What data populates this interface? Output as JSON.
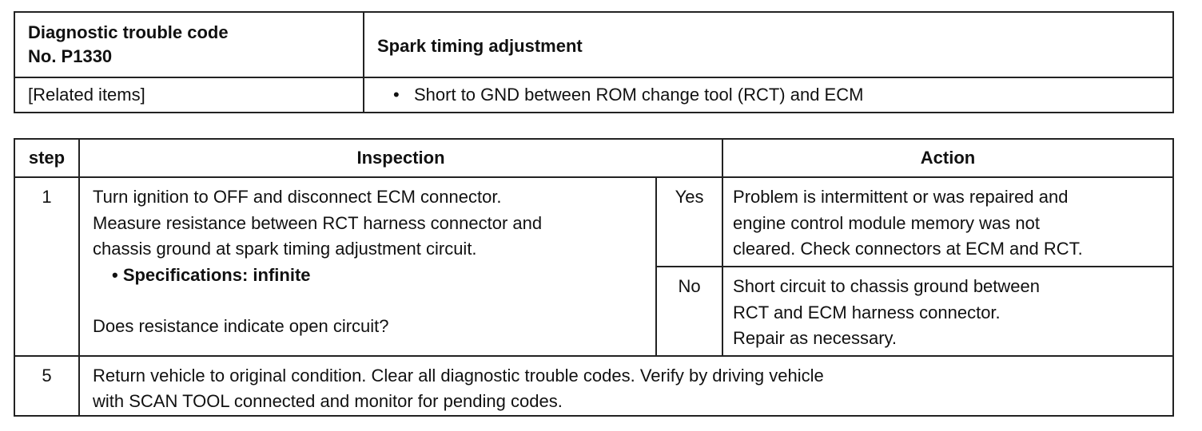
{
  "header_table": {
    "dtc_label_line1": "Diagnostic trouble code",
    "dtc_label_line2": "No.  P1330",
    "title": "Spark timing adjustment",
    "related_label": "[Related items]",
    "related_bullet": "•",
    "related_item": "Short to GND between ROM change tool (RCT) and ECM"
  },
  "steps_table": {
    "headers": {
      "step": "step",
      "inspection": "Inspection",
      "action": "Action"
    },
    "step1": {
      "number": "1",
      "inspection_lines": [
        "Turn ignition to OFF and disconnect ECM connector.",
        "Measure resistance between RCT harness connector and",
        "chassis ground at spark timing adjustment circuit."
      ],
      "spec": "•  Specifications:  infinite",
      "question": "Does resistance indicate open circuit?",
      "yes_label": "Yes",
      "yes_action_lines": [
        "Problem is intermittent or was repaired and",
        "engine control module memory was not",
        "cleared. Check connectors at ECM and RCT."
      ],
      "no_label": "No",
      "no_action_lines": [
        "Short circuit to chassis ground between",
        "RCT and ECM harness connector.",
        "Repair as necessary."
      ]
    },
    "step5": {
      "number": "5",
      "lines": [
        "Return vehicle to original condition.  Clear all diagnostic trouble codes.  Verify by driving vehicle",
        "with SCAN TOOL connected and monitor for pending codes."
      ]
    }
  }
}
